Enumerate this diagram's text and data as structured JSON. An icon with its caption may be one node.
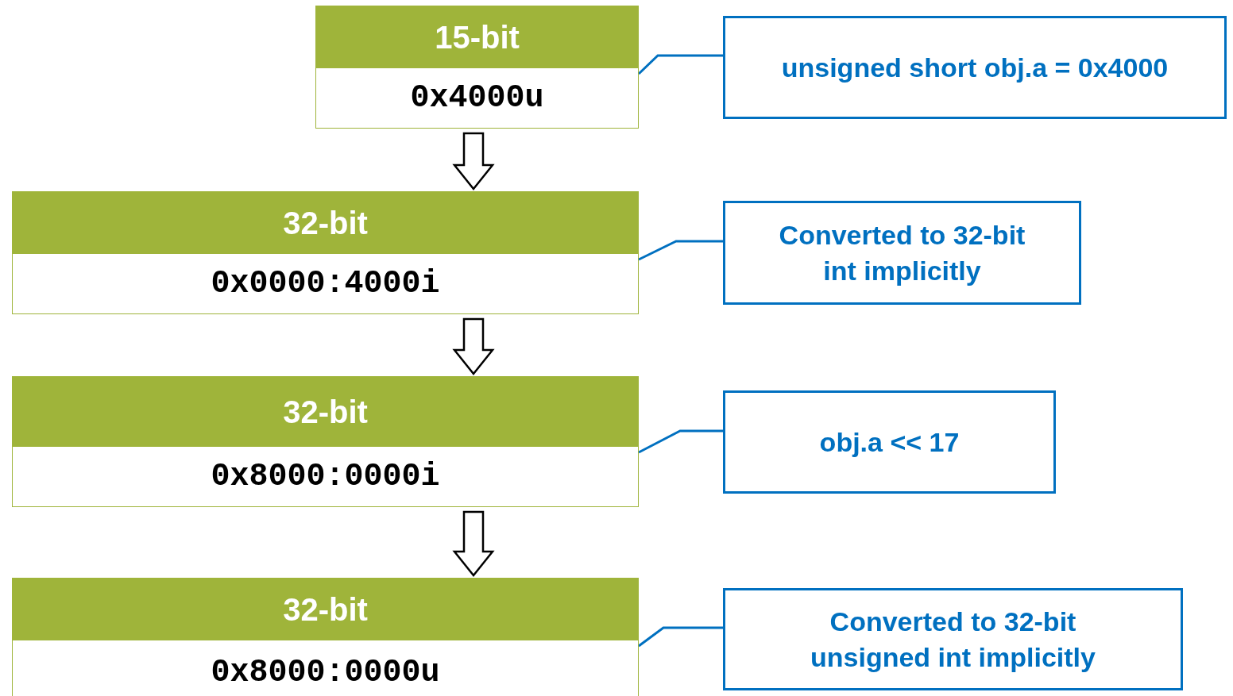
{
  "diagram": {
    "nodes": [
      {
        "text": [
          "15-bit",
          "0x4000u"
        ]
      },
      {
        "text": [
          "unsigned short obj.a = 0x4000"
        ]
      },
      {
        "text": [
          "32-bit",
          "0x0000:4000i"
        ]
      },
      {
        "text": [
          "Converted to 32-bit int implicitly"
        ]
      },
      {
        "text": [
          "32-bit",
          "0x8000:0000i"
        ]
      },
      {
        "text": [
          "obj.a << 17"
        ]
      },
      {
        "text": [
          "32-bit",
          "0x8000:0000u"
        ]
      },
      {
        "text": [
          "Converted to 32-bit unsigned int implicitly"
        ]
      }
    ],
    "edges": [
      {
        "from": 0,
        "to": 2,
        "arrow": "to",
        "style": "thick",
        "color": "#000000"
      },
      {
        "from": 2,
        "to": 4,
        "arrow": "to",
        "style": "thick",
        "color": "#000000"
      },
      {
        "from": 4,
        "to": 6,
        "arrow": "to",
        "style": "thick",
        "color": "#000000"
      },
      {
        "from": 1,
        "to": 0,
        "arrow": "none"
      },
      {
        "from": 3,
        "to": 2,
        "arrow": "none"
      },
      {
        "from": 5,
        "to": 4,
        "arrow": "none"
      },
      {
        "from": 7,
        "to": 6,
        "arrow": "none"
      }
    ]
  }
}
